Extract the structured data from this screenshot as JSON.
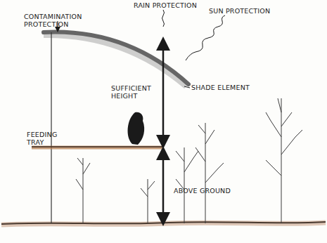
{
  "diagram": {
    "labels": [
      "CONTAMINATION PROTECTION",
      "RAIN PROTECTION",
      "SUN PROTECTION",
      "SHADE ELEMENT",
      "SUFFICIENT HEIGHT",
      "FEEDING TRAY",
      "ABOVE GROUND"
    ]
  }
}
